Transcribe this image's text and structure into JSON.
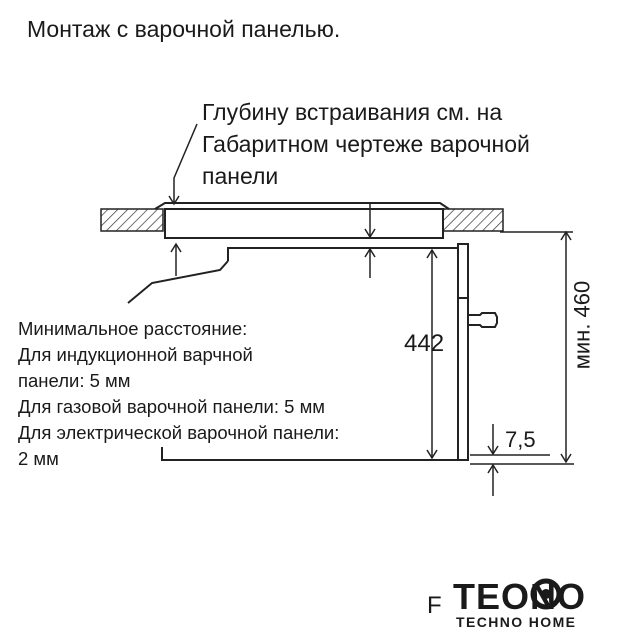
{
  "title": "Монтаж с варочной панелью.",
  "depth_note": [
    "Глубину встраивания см. на",
    "Габаритном чертеже варочной",
    "панели"
  ],
  "min_distance": {
    "heading": "Минимальное расстояние:",
    "lines": [
      "Для индукционной варчной",
      "панели: 5 мм",
      "Для газовой варочной панели: 5 мм",
      "Для электрической варочной панели:",
      "2 мм"
    ]
  },
  "dimensions": {
    "height": "442",
    "offset": "7,5",
    "min_cutout": "мин. 460"
  },
  "figure_letter": "F",
  "logo": {
    "word": "TEONO",
    "tagline": "TECHNO HOME"
  }
}
